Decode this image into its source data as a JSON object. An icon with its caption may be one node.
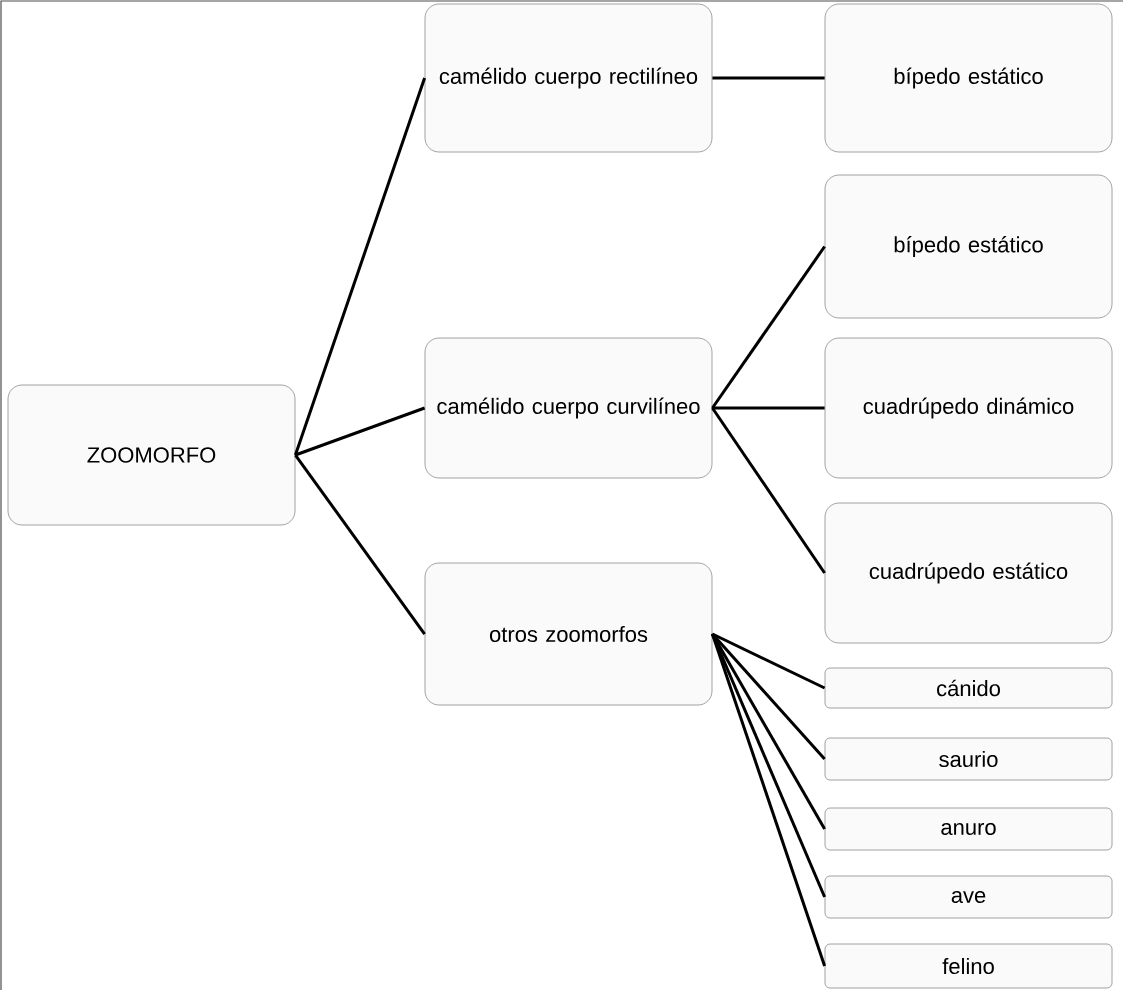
{
  "diagram": {
    "nodes": [
      {
        "text": [
          "ZOOMORFO"
        ]
      },
      {
        "text": [
          "camélido cuerpo rectilíneo"
        ]
      },
      {
        "text": [
          "bípedo estático"
        ]
      },
      {
        "text": [
          "camélido cuerpo curvilíneo"
        ]
      },
      {
        "text": [
          "bípedo estático"
        ]
      },
      {
        "text": [
          "cuadrúpedo dinámico"
        ]
      },
      {
        "text": [
          "cuadrúpedo estático"
        ]
      },
      {
        "text": [
          "otros zoomorfos"
        ]
      },
      {
        "text": [
          "cánido"
        ]
      },
      {
        "text": [
          "saurio"
        ]
      },
      {
        "text": [
          "anuro"
        ]
      },
      {
        "text": [
          "ave"
        ]
      },
      {
        "text": [
          "felino"
        ]
      }
    ],
    "edges": [
      {
        "from": 0,
        "to": 1,
        "arrow": "none"
      },
      {
        "from": 0,
        "to": 3,
        "arrow": "none"
      },
      {
        "from": 0,
        "to": 7,
        "arrow": "none"
      },
      {
        "from": 1,
        "to": 2,
        "arrow": "none"
      },
      {
        "from": 3,
        "to": 4,
        "arrow": "none"
      },
      {
        "from": 3,
        "to": 5,
        "arrow": "none"
      },
      {
        "from": 3,
        "to": 6,
        "arrow": "none"
      },
      {
        "from": 7,
        "to": 8,
        "arrow": "none"
      },
      {
        "from": 7,
        "to": 9,
        "arrow": "none"
      },
      {
        "from": 7,
        "to": 10,
        "arrow": "none"
      },
      {
        "from": 7,
        "to": 11,
        "arrow": "none"
      },
      {
        "from": 7,
        "to": 12,
        "arrow": "none"
      }
    ]
  }
}
